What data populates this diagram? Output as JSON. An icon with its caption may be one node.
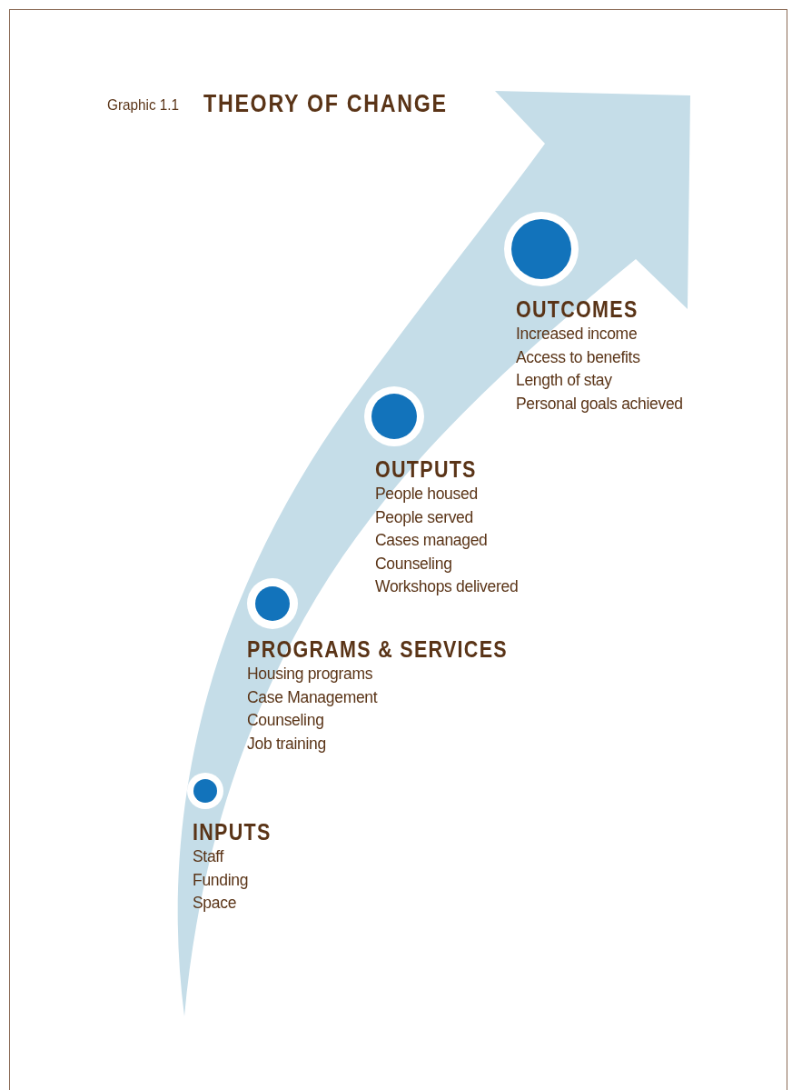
{
  "diagram": {
    "title": "THEORY OF CHANGE",
    "nodes": [
      {
        "text": [
          "OUTCOMES",
          "Increased income",
          "Access to benefits",
          "Length of stay",
          "Personal goals achieved"
        ]
      },
      {
        "text": [
          "OUTPUTS",
          "People housed",
          "People served",
          "Cases managed",
          "Counseling",
          "Workshops delivered"
        ]
      },
      {
        "text": [
          "PROGRAMS & SERVICES",
          "Housing programs",
          "Case Management",
          "Counseling",
          "Job training"
        ]
      },
      {
        "text": [
          "INPUTS",
          "Staff",
          "Funding",
          "Space"
        ]
      }
    ],
    "labels": [
      "Graphic 1.1"
    ]
  }
}
